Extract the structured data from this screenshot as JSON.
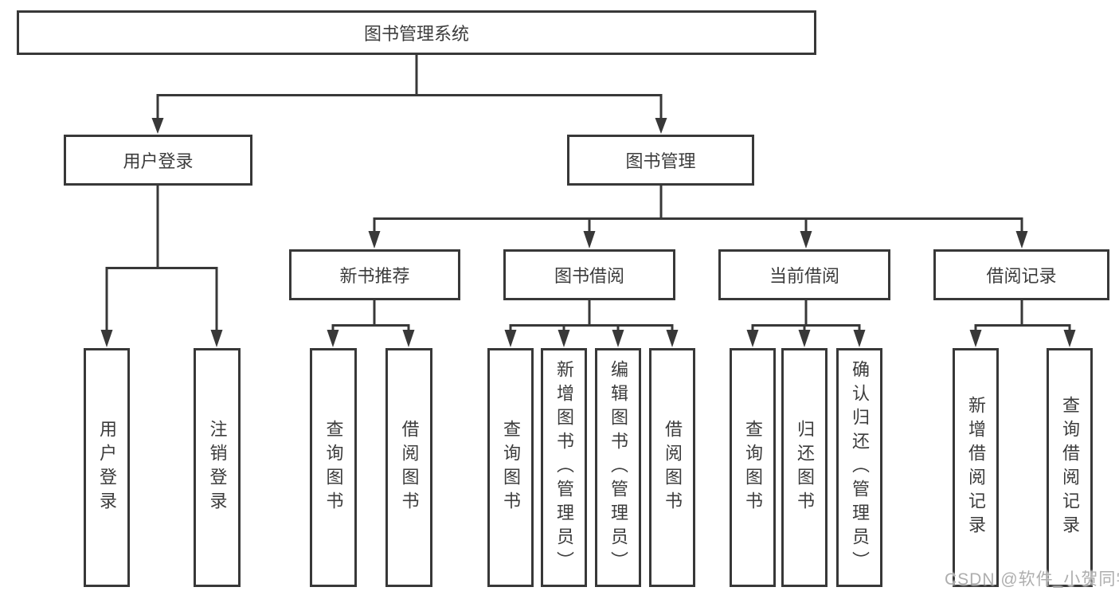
{
  "diagram": {
    "root": "图书管理系统",
    "level2": {
      "user_login": "用户登录",
      "book_management": "图书管理"
    },
    "user_login_leaves": [
      "用户登录",
      "注销登录"
    ],
    "level3": [
      {
        "label": "新书推荐",
        "leaves": [
          "查询图书",
          "借阅图书"
        ]
      },
      {
        "label": "图书借阅",
        "leaves": [
          "查询图书",
          "新增图书（管理员）",
          "编辑图书（管理员）",
          "借阅图书"
        ]
      },
      {
        "label": "当前借阅",
        "leaves": [
          "查询图书",
          "归还图书",
          "确认归还（管理员）"
        ]
      },
      {
        "label": "借阅记录",
        "leaves": [
          "新增借阅记录",
          "查询借阅记录"
        ]
      }
    ]
  },
  "watermark": "CSDN @软件_小贺同学",
  "colors": {
    "line": "#383838",
    "text": "#3c3c3c",
    "box_background": "#ffffff",
    "watermark": "#aeaeae"
  }
}
